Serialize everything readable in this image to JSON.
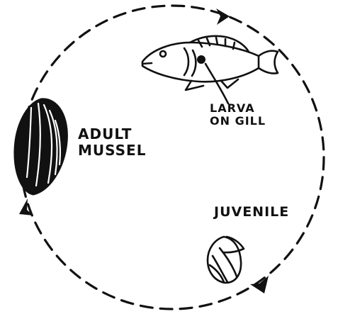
{
  "diagram": {
    "stages": {
      "adult": {
        "line1": "ADULT",
        "line2": "MUSSEL"
      },
      "larva": {
        "line1": "LARVA",
        "line2": "ON GILL"
      },
      "juvenile": {
        "label": "JUVENILE"
      }
    },
    "colors": {
      "ink": "#111111",
      "background": "#ffffff"
    },
    "icons": [
      "adult-mussel-shell",
      "fish",
      "juvenile-mussel-shell",
      "arrowhead"
    ]
  }
}
